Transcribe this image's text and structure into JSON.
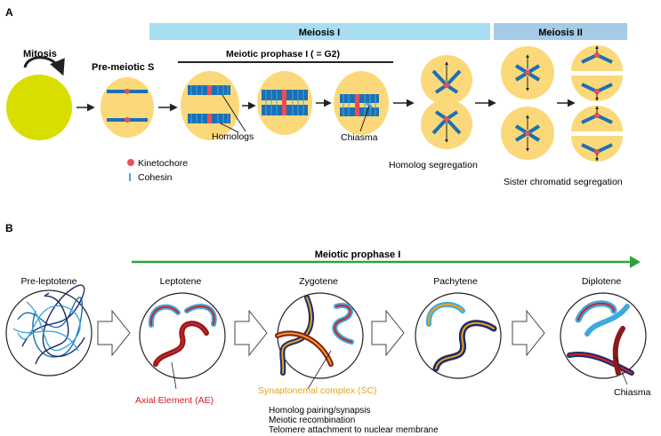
{
  "colors": {
    "meiosis_i_bar": "#a9ddf1",
    "meiosis_ii_bar": "#a5cbe6",
    "cell_fill": "#fbd97a",
    "mitosis_cell": "#d8de00",
    "chromosome_blue": "#1c6fb5",
    "chromosome_light": "#3fa9dc",
    "kinetochore": "#ea4f54",
    "axial_element": "#d42027",
    "synaptonemal_complex": "#e8a31c",
    "prophase_arrow": "#2ea23f",
    "dark_red_chrom": "#8b1a1a",
    "navy_chrom": "#1d2a6b"
  },
  "panel_a": {
    "label": "A",
    "meiosis_i": "Meiosis I",
    "meiosis_ii": "Meiosis II",
    "mitosis": "Mitosis",
    "pre_meiotic_s": "Pre-meiotic S",
    "prophase_title": "Meiotic prophase I ( = G2)",
    "homologs": "Homologs",
    "chiasma": "Chiasma",
    "legend": {
      "kinetochore": "Kinetochore",
      "cohesin": "Cohesin"
    },
    "homolog_segregation": "Homolog segregation",
    "sister_segregation": "Sister chromatid segregation"
  },
  "panel_b": {
    "label": "B",
    "prophase_title": "Meiotic prophase I",
    "stages": [
      "Pre-leptotene",
      "Leptotene",
      "Zygotene",
      "Pachytene",
      "Diplotene"
    ],
    "axial_element": "Axial Element (AE)",
    "synaptonemal_complex": "Synaptonemal complex (SC)",
    "sc_notes": [
      "Homolog pairing/synapsis",
      "Meiotic recombination",
      "Telomere attachment to nuclear membrane"
    ],
    "chiasma": "Chiasma"
  }
}
